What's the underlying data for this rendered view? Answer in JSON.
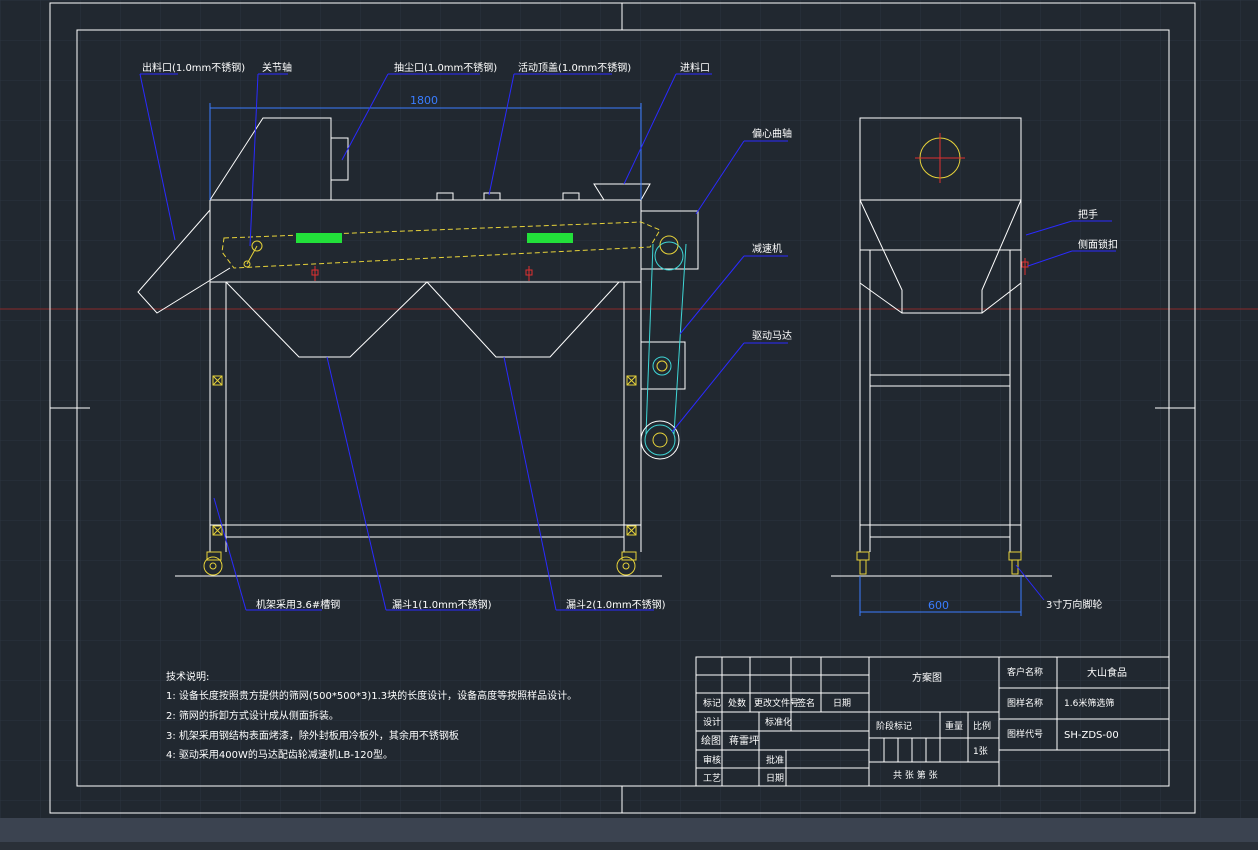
{
  "drawing": {
    "labels": {
      "outlet": "出料口(1.0mm不锈钢)",
      "switch": "关节轴",
      "dust_port": "抽尘口(1.0mm不锈钢)",
      "top_cover": "活动顶盖(1.0mm不锈钢)",
      "inlet": "进料口",
      "eccentric": "偏心曲轴",
      "reducer": "减速机",
      "motor": "驱动马达",
      "frame": "机架采用3.6#槽钢",
      "hopper1": "漏斗1(1.0mm不锈钢)",
      "hopper2": "漏斗2(1.0mm不锈钢)",
      "handle": "把手",
      "side_door": "侧面锁扣",
      "caster": "3寸万向脚轮"
    },
    "dimensions": {
      "length": "1800",
      "width": "600"
    },
    "notes": {
      "title": "技术说明:",
      "line1": "1: 设备长度按照贵方提供的筛网(500*500*3)1.3块的长度设计，设备高度等按照样品设计。",
      "line2": "2: 筛网的拆卸方式设计成从侧面拆装。",
      "line3": "3: 机架采用钢结构表面烤漆，除外封板用冷板外，其余用不锈钢板",
      "line4": "4: 驱动采用400W的马达配齿轮减速机LB-120型。"
    }
  },
  "title_block": {
    "revision_row": [
      "标记",
      "处数",
      "更改文件号",
      "签名",
      "日期"
    ],
    "design_label": "设计",
    "standard_label": "标准化",
    "drawing_label": "绘图",
    "drawer_name": "蒋雷坪",
    "check_label": "审核",
    "approve_label": "批准",
    "process_label": "工艺",
    "date_label": "日期",
    "scheme_title": "方案图",
    "stage_label": "阶段标记",
    "weight_label": "重量",
    "scale_label": "比例",
    "scale_value": "1张",
    "sheets_label": "共 张 第 张",
    "client_label": "客户名称",
    "client_value": "大山食品",
    "name_label": "图样名称",
    "name_value": "1.6米筛选筛",
    "code_label": "图样代号",
    "code_value": "SH-ZDS-00"
  },
  "colors": {
    "background": "#212830",
    "grid": "#2c3540",
    "line": "#ffffff",
    "leader": "#2a2aff",
    "dimension": "#3a7dff",
    "cyan": "#3fd6d6",
    "yellow": "#e6d23a",
    "green": "#22e03a",
    "red": "#e03030"
  }
}
